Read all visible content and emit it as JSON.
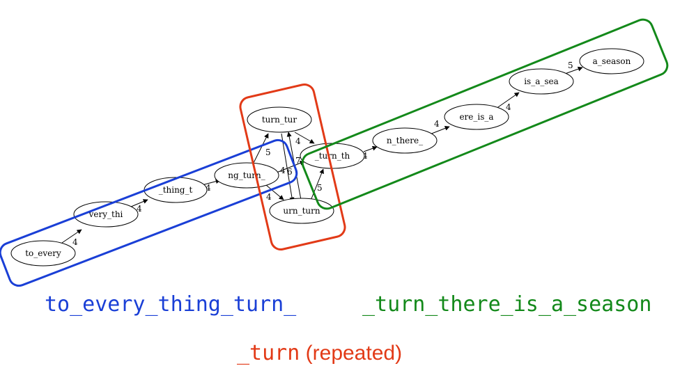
{
  "nodes": {
    "to_every": "to_every",
    "very_thi": "very_thi",
    "thing_t": "_thing_t",
    "ng_turn": "ng_turn_",
    "turn_tur": "turn_tur",
    "turn_th": "_turn_th",
    "urn_turn": "urn_turn",
    "n_there": "n_there_",
    "ere_is_a": "ere_is_a",
    "is_a_sea": "is_a_sea",
    "a_season": "a_season"
  },
  "edges": {
    "to_every_very_thi": "4",
    "very_thi_thing_t": "4",
    "thing_t_ng_turn": "4",
    "ng_turn_turn_tur": "5",
    "ng_turn_turn_th_a": "4",
    "ng_turn_turn_th_b": "7",
    "ng_turn_urn_turn": "4",
    "turn_tur_turn_th": "4",
    "urn_turn_turn_th": "5",
    "turn_th_n_there": "4",
    "n_there_ere_is_a": "4",
    "ere_is_a_is_a_sea": "4",
    "is_a_sea_a_season": "5",
    "extra_6": "6"
  },
  "captions": {
    "blue": "to_every_thing_turn_",
    "green": "_turn_there_is_a_season",
    "red_code": "_turn",
    "red_text": " (repeated)"
  },
  "colors": {
    "blue": "#1a3fd6",
    "green": "#13891a",
    "red": "#e23a17"
  }
}
